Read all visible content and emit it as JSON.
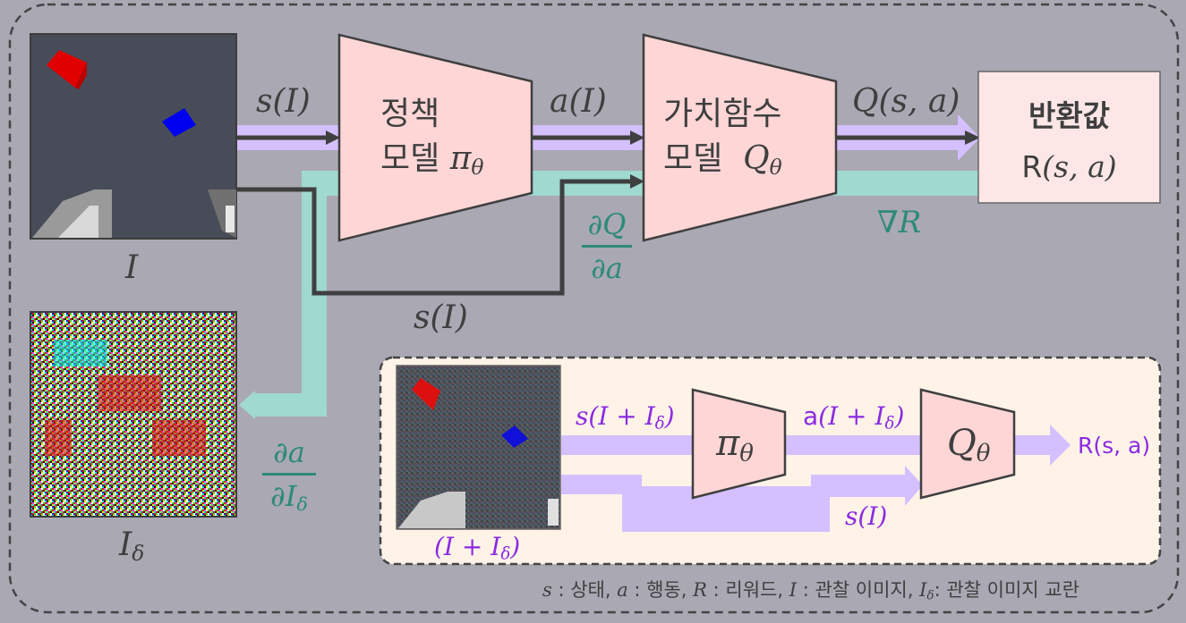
{
  "colors": {
    "background": "#a9a8b3",
    "model_fill": "#ffd6d6",
    "reward_fill": "#fde6e6",
    "forward_flow": "#d4bfff",
    "gradient_flow": "#9fd9d0",
    "gradient_text": "#2e8a78",
    "attack_text": "#8a2be2",
    "inset_fill": "#fff3e8",
    "stroke": "#3f3f3f"
  },
  "main": {
    "observation_image": {
      "icon": "observation-image",
      "label": "I"
    },
    "perturbation_image": {
      "icon": "perturbation-noise-image",
      "label": "I",
      "label_sub": "δ"
    },
    "policy_model": {
      "line1": "정책",
      "line2": "모델",
      "symbol": "π",
      "symbol_sub": "θ"
    },
    "value_model": {
      "line1": "가치함수",
      "line2": "모델",
      "symbol": "Q",
      "symbol_sub": "θ"
    },
    "reward_box": {
      "line1": "반환값",
      "line2_prefix": "R",
      "line2_math": "(s, a)"
    },
    "edges": {
      "state_to_policy": "s(I)",
      "action_to_value": "a(I)",
      "q_to_reward": "Q(s, a)",
      "state_bypass": "s(I)",
      "grad_reward": "∇R",
      "grad_q_num": "∂Q",
      "grad_q_den": "∂a",
      "grad_a_num": "∂a",
      "grad_a_den": "∂I",
      "grad_a_den_sub": "δ"
    }
  },
  "inset": {
    "perturbed_image": {
      "icon": "perturbed-observation-image",
      "label": "(I + I",
      "label_sub": "δ",
      "label_end": ")"
    },
    "policy_symbol": "π",
    "policy_sub": "θ",
    "value_symbol": "Q",
    "value_sub": "θ",
    "edges": {
      "perturbed_state": "s(I + I",
      "perturbed_state_sub": "δ",
      "perturbed_state_end": ")",
      "perturbed_action_prefix": "a",
      "perturbed_action": "(I + I",
      "perturbed_action_sub": "δ",
      "perturbed_action_end": ")",
      "clean_state": "s(I)",
      "reward": "R(s, a)"
    }
  },
  "legend": {
    "items": [
      {
        "sym": "s",
        "desc": " : 상태, "
      },
      {
        "sym": "a",
        "desc": " : 행동,  "
      },
      {
        "sym": "R",
        "desc": " : 리워드,  "
      },
      {
        "sym": "I",
        "desc": " : 관찰 이미지, "
      },
      {
        "sym": "I",
        "sub": "δ",
        "desc": ": 관찰 이미지 교란"
      }
    ]
  }
}
